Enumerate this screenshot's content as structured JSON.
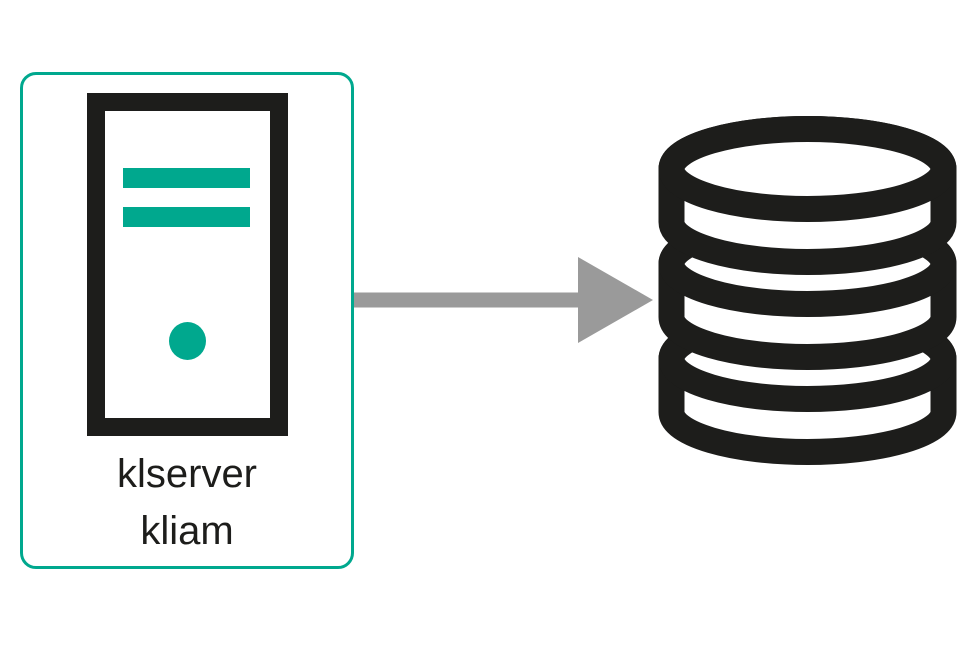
{
  "diagram": {
    "server_node": {
      "label_line1": "klserver",
      "label_line2": "kliam",
      "icon": "server-tower-icon"
    },
    "database_node": {
      "icon": "database-icon"
    },
    "connection": {
      "type": "arrow",
      "direction": "right"
    }
  },
  "colors": {
    "accent": "#00a88e",
    "ink": "#1d1d1b",
    "arrow": "#9a9a9a",
    "background": "#ffffff"
  }
}
